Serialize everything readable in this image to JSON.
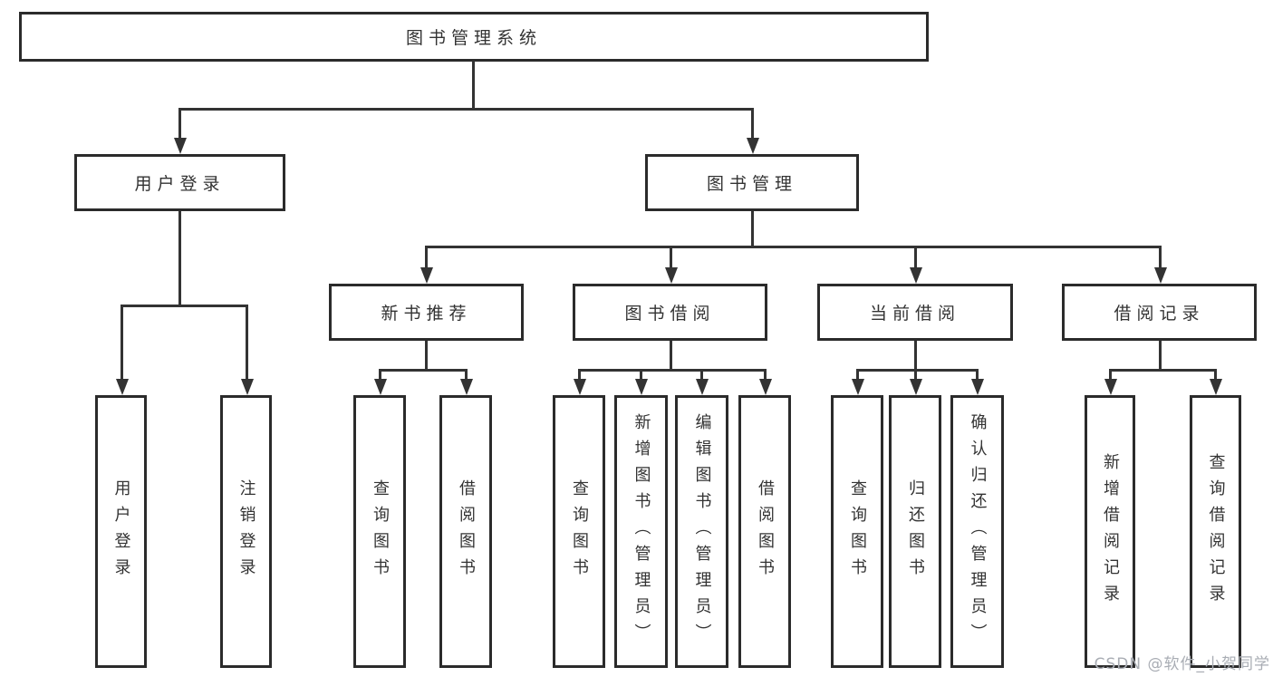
{
  "colors": {
    "background": "#ffffff",
    "line": "#333333",
    "box_border": "#2b2b2b",
    "text": "#333333",
    "watermark": "#a9adb4"
  },
  "tree": {
    "root": {
      "label": "图书管理系统",
      "children": [
        {
          "label": "用户登录",
          "children": [
            {
              "label": "用户登录"
            },
            {
              "label": "注销登录"
            }
          ]
        },
        {
          "label": "图书管理",
          "children": [
            {
              "label": "新书推荐",
              "children": [
                {
                  "label": "查询图书"
                },
                {
                  "label": "借阅图书"
                }
              ]
            },
            {
              "label": "图书借阅",
              "children": [
                {
                  "label": "查询图书"
                },
                {
                  "label": "新增图书（管理员）"
                },
                {
                  "label": "编辑图书（管理员）"
                },
                {
                  "label": "借阅图书"
                }
              ]
            },
            {
              "label": "当前借阅",
              "children": [
                {
                  "label": "查询图书"
                },
                {
                  "label": "归还图书"
                },
                {
                  "label": "确认归还（管理员）"
                }
              ]
            },
            {
              "label": "借阅记录",
              "children": [
                {
                  "label": "新增借阅记录"
                },
                {
                  "label": "查询借阅记录"
                }
              ]
            }
          ]
        }
      ]
    }
  },
  "watermark": {
    "text": "CSDN @软件_小贺同学"
  }
}
